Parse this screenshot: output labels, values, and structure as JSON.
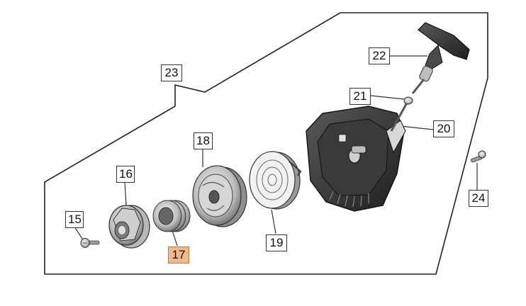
{
  "callouts": {
    "c15": "15",
    "c16": "16",
    "c17": "17",
    "c18": "18",
    "c19": "19",
    "c20": "20",
    "c21": "21",
    "c22": "22",
    "c23": "23",
    "c24": "24"
  },
  "highlight_color": "#f3b98a"
}
